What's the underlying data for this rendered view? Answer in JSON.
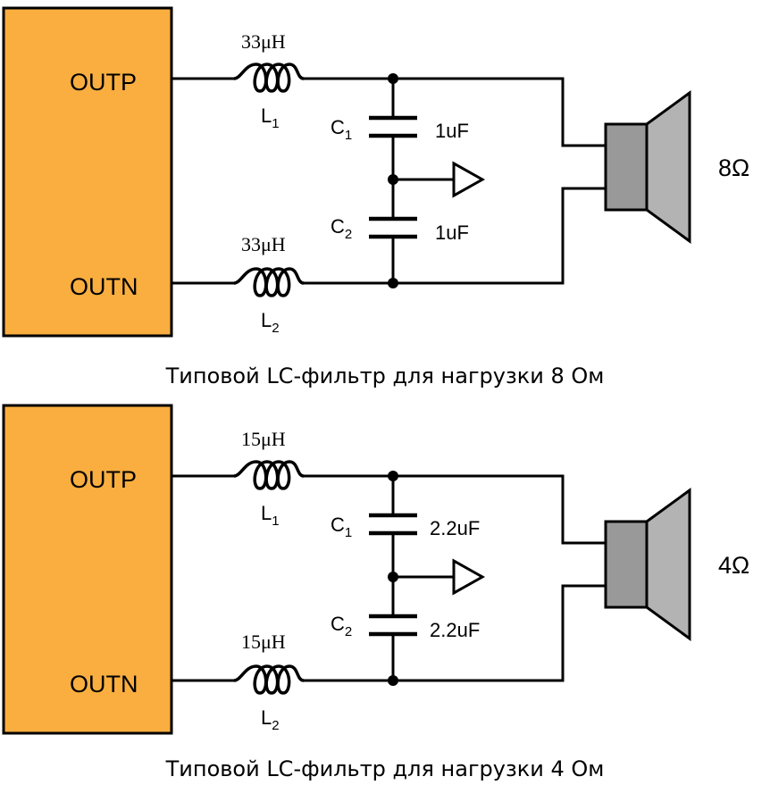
{
  "colors": {
    "amp_fill": "#f9ae3f",
    "speaker_dark": "#999999",
    "speaker_light": "#b3b3b3",
    "line": "#000000"
  },
  "circuits": [
    {
      "out_p": "OUTP",
      "out_n": "OUTN",
      "l1_value": "33μH",
      "l1_name": "L",
      "l1_sub": "1",
      "l2_value": "33μH",
      "l2_name": "L",
      "l2_sub": "2",
      "c1_name": "C",
      "c1_sub": "1",
      "c1_value": "1uF",
      "c2_name": "C",
      "c2_sub": "2",
      "c2_value": "1uF",
      "load": "8Ω",
      "caption": "Типовой LC-фильтр для нагрузки 8 Ом"
    },
    {
      "out_p": "OUTP",
      "out_n": "OUTN",
      "l1_value": "15μH",
      "l1_name": "L",
      "l1_sub": "1",
      "l2_value": "15μH",
      "l2_name": "L",
      "l2_sub": "2",
      "c1_name": "C",
      "c1_sub": "1",
      "c1_value": "2.2uF",
      "c2_name": "C",
      "c2_sub": "2",
      "c2_value": "2.2uF",
      "load": "4Ω",
      "caption": "Типовой LC-фильтр для нагрузки 4 Ом"
    }
  ]
}
